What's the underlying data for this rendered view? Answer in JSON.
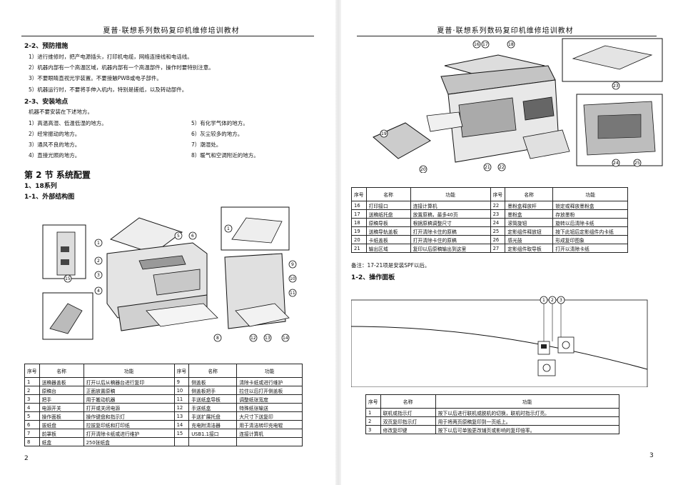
{
  "left": {
    "header": "夏普·联想系列数码复印机维修培训教材",
    "sec1": "2-2、预防措施",
    "precautions": [
      "1）进行维修时，把产电源插头，打印机电缆，网络连接线和电话线。",
      "2）机器内部有一个高温区域，机器内部有一个高温部件，操作时要特别注意。",
      "3）不要眼睛直视光学装置。不要接触PWB或电子部件。",
      "5）机器运行时，不要将手伸入机内，特别是搓纸，以及转动部件。"
    ],
    "sec2": "2-3、安装地点",
    "install_intro": "机器不要安装在下述地方。",
    "install_left": [
      "1）高温高湿、低温低湿的地方。",
      "2）经常振动的地方。",
      "3）通风不良的地方。",
      "4）直接光照的地方。"
    ],
    "install_right": [
      "5）有化学气体的地方。",
      "6）灰尘较多的地方。",
      "7）潮湿处。",
      "8）暖气和空调附近的地方。"
    ],
    "chapter": "第 2 节   系统配置",
    "sub1": "1、18系列",
    "sub2": "1-1、外部结构图",
    "table_headers": [
      "序号",
      "名称",
      "功能",
      "序号",
      "名称",
      "功能"
    ],
    "table_rows": [
      [
        "1",
        "送稿器盖板",
        "打开以后从稿器台进行复印",
        "9",
        "侧盖板",
        "清除卡纸或进行维护"
      ],
      [
        "2",
        "原稿台",
        "正面放置原稿",
        "10",
        "侧盖板把手",
        "拉住以后打开侧盖板"
      ],
      [
        "3",
        "把手",
        "用于搬动机器",
        "11",
        "手送纸盒导板",
        "调整纸张宽度"
      ],
      [
        "4",
        "电源开关",
        "打开或关闭电源",
        "12",
        "手送纸盒",
        "特殊纸张输送"
      ],
      [
        "5",
        "操作面板",
        "操作键盘和指示灯",
        "13",
        "手送扩展托盘",
        "大尺寸下送复印"
      ],
      [
        "6",
        "拔纸盘",
        "拉拔复印纸和打印纸",
        "14",
        "充电附清洁器",
        "用于清洁转印充电辊"
      ],
      [
        "7",
        "前罩板",
        "打开清除卡纸或进行维护",
        "15",
        "USB1.1接口",
        "连接计算机"
      ],
      [
        "8",
        "纸盒",
        "250张纸盒",
        "",
        "",
        ""
      ]
    ],
    "page_number": "2"
  },
  "right": {
    "header": "夏普·联想系列数码复印机维修培训教材",
    "table_headers": [
      "序号",
      "名称",
      "功能",
      "序号",
      "名称",
      "功能"
    ],
    "table_rows": [
      [
        "16",
        "打印接口",
        "连接计算机",
        "22",
        "墨粉盒释放杆",
        "锁定或释放墨粉盒"
      ],
      [
        "17",
        "送稿纸托盘",
        "放置原稿，最多40页",
        "23",
        "墨粉盒",
        "存放墨粉"
      ],
      [
        "18",
        "原稿导板",
        "根据原稿调整尺寸",
        "24",
        "滚筒旋钮",
        "旋转以后清除卡纸"
      ],
      [
        "19",
        "送稿导轨盖板",
        "打开清除卡住的原稿",
        "25",
        "定影组件释放钮",
        "按下此钮后定影组件内卡纸"
      ],
      [
        "20",
        "卡纸盖板",
        "打开清除卡住的原稿",
        "26",
        "感光鼓",
        "形成复印图象"
      ],
      [
        "21",
        "输出区域",
        "复印以后原稿输出到这里",
        "27",
        "定影组件取导板",
        "打开以清除卡纸"
      ]
    ],
    "note": "备注：17-21项是安装SPF以后。",
    "sub": "1-2、操作面板",
    "panel_headers": [
      "序号",
      "名称",
      "功能"
    ],
    "panel_rows": [
      [
        "1",
        "联机或指示灯",
        "按下以后进行联机或脱机的切换，联机时指示灯亮。"
      ],
      [
        "2",
        "双页复印指示灯",
        "用于将两页原稿复印到一页纸上。"
      ],
      [
        "3",
        "修改复印键",
        "按下以后可单独更改铺页或影响的复印倍率。"
      ]
    ],
    "page_number": "3"
  }
}
